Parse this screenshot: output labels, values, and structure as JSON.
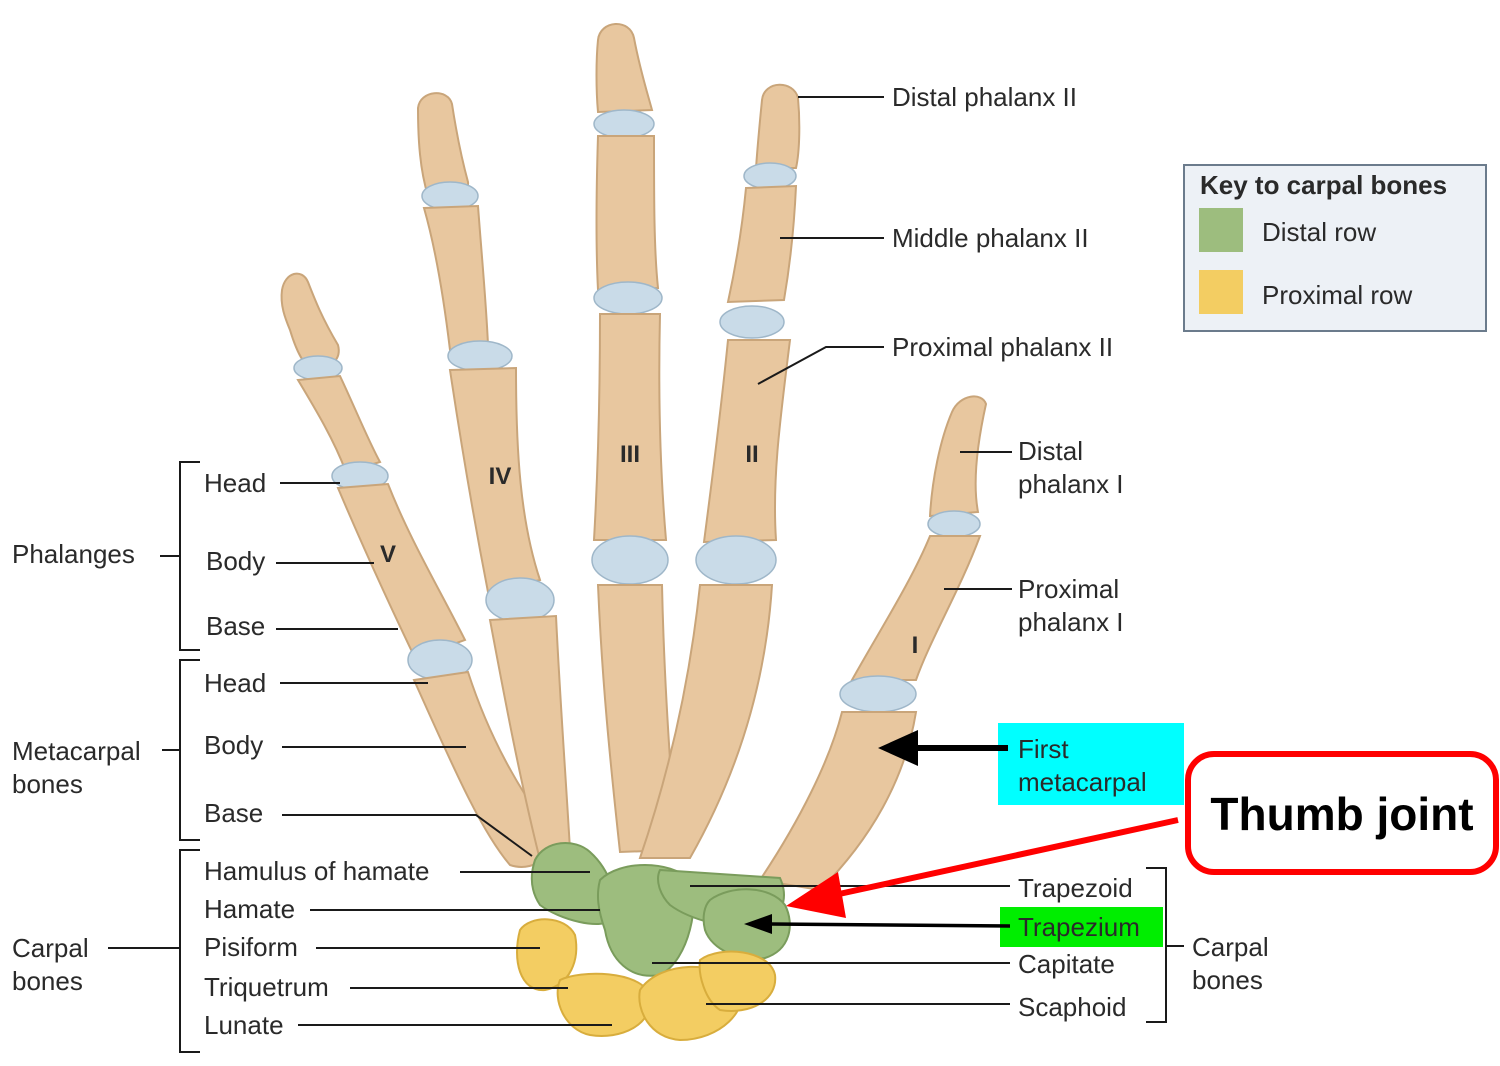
{
  "colors": {
    "bone": "#e8c79f",
    "cartilage": "#c9dbe8",
    "distal_row": "#9dbd7e",
    "proximal_row": "#f3cd62",
    "first_metacarpal_highlight": "#00ffff",
    "trapezium_highlight": "#00ee00",
    "callout_red": "#ff0000"
  },
  "digits": {
    "v": "V",
    "iv": "IV",
    "iii": "III",
    "ii": "II",
    "i": "I"
  },
  "left_groups": {
    "phalanges": "Phalanges",
    "metacarpal_line1": "Metacarpal",
    "metacarpal_line2": "bones",
    "carpal_line1": "Carpal",
    "carpal_line2": "bones"
  },
  "left_labels": {
    "phal_head": "Head",
    "phal_body": "Body",
    "phal_base": "Base",
    "meta_head": "Head",
    "meta_body": "Body",
    "meta_base": "Base",
    "hamulus": "Hamulus of hamate",
    "hamate": "Hamate",
    "pisiform": "Pisiform",
    "triquetrum": "Triquetrum",
    "lunate": "Lunate"
  },
  "right_labels": {
    "distal_phalanx_ii": "Distal phalanx II",
    "middle_phalanx_ii": "Middle phalanx II",
    "proximal_phalanx_ii": "Proximal phalanx II",
    "distal_phalanx_i_line1": "Distal",
    "distal_phalanx_i_line2": "phalanx I",
    "proximal_phalanx_i_line1": "Proximal",
    "proximal_phalanx_i_line2": "phalanx I",
    "first_metacarpal_line1": "First",
    "first_metacarpal_line2": "metacarpal",
    "trapezoid": "Trapezoid",
    "trapezium": "Trapezium",
    "capitate": "Capitate",
    "scaphoid": "Scaphoid",
    "carpal_line1": "Carpal",
    "carpal_line2": "bones"
  },
  "key": {
    "title": "Key to carpal bones",
    "distal": "Distal row",
    "proximal": "Proximal row"
  },
  "callout": {
    "text": "Thumb joint"
  }
}
